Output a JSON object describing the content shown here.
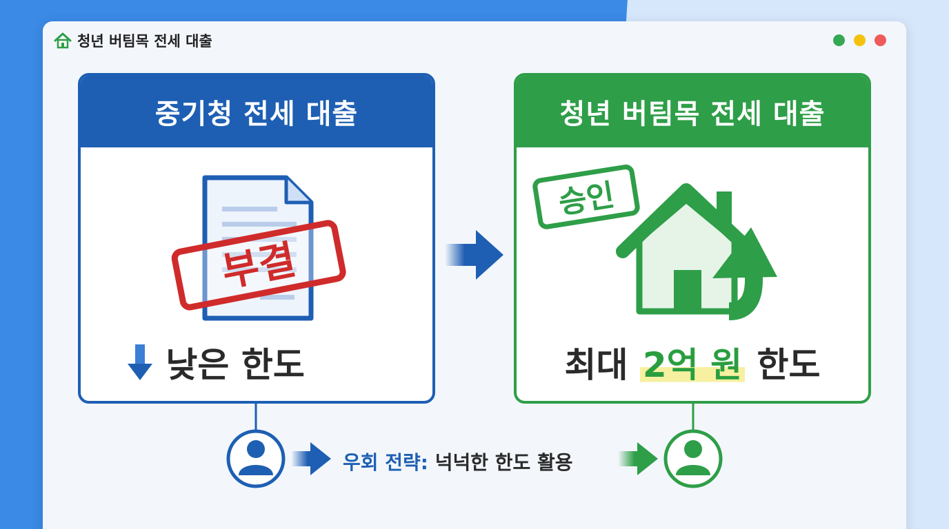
{
  "window": {
    "title": "청년 버팀목 전세 대출",
    "icon": "house-icon"
  },
  "colors": {
    "blue": "#1e5fb3",
    "green": "#2e9e48",
    "red_stamp": "#d02b2b",
    "highlight": "#f6f0a0"
  },
  "left_card": {
    "title": "중기청 전세 대출",
    "stamp": "부결",
    "bottom_text": "낮은 한도"
  },
  "right_card": {
    "title": "청년 버팀목 전세 대출",
    "stamp": "승인",
    "bottom_prefix": "최대",
    "bottom_highlight": "2억 원",
    "bottom_suffix": "한도"
  },
  "strategy": {
    "label": "우회 전략:",
    "text": "넉넉한 한도 활용"
  }
}
